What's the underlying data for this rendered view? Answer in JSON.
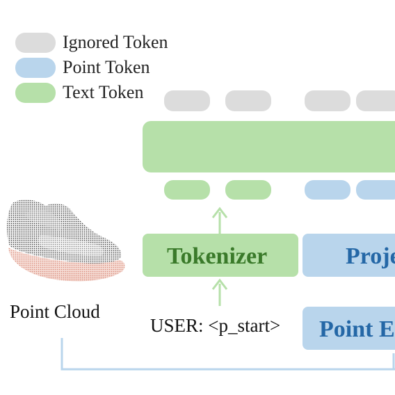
{
  "legend": {
    "items": [
      {
        "label": "Ignored Token",
        "color": "#dcdcdc"
      },
      {
        "label": "Point Token",
        "color": "#b9d5ec"
      },
      {
        "label": "Text Token",
        "color": "#b6e0a9"
      }
    ]
  },
  "colors": {
    "ignored": "#dcdcdc",
    "point": "#b9d5ec",
    "text": "#b6e0a9",
    "arrow_green": "#b6e0a9",
    "arrow_blue": "#b9d5ec",
    "tokenizer_text": "#3a7a2a",
    "projector_text": "#2467a6"
  },
  "point_cloud": {
    "label": "Point Cloud",
    "image_icon": "shoe-point-cloud"
  },
  "tokenizer": {
    "label": "Tokenizer"
  },
  "projector": {
    "label": "Proje"
  },
  "point_encoder": {
    "label": "Point E"
  },
  "user_prompt": {
    "text": "USER: <p_start>"
  }
}
